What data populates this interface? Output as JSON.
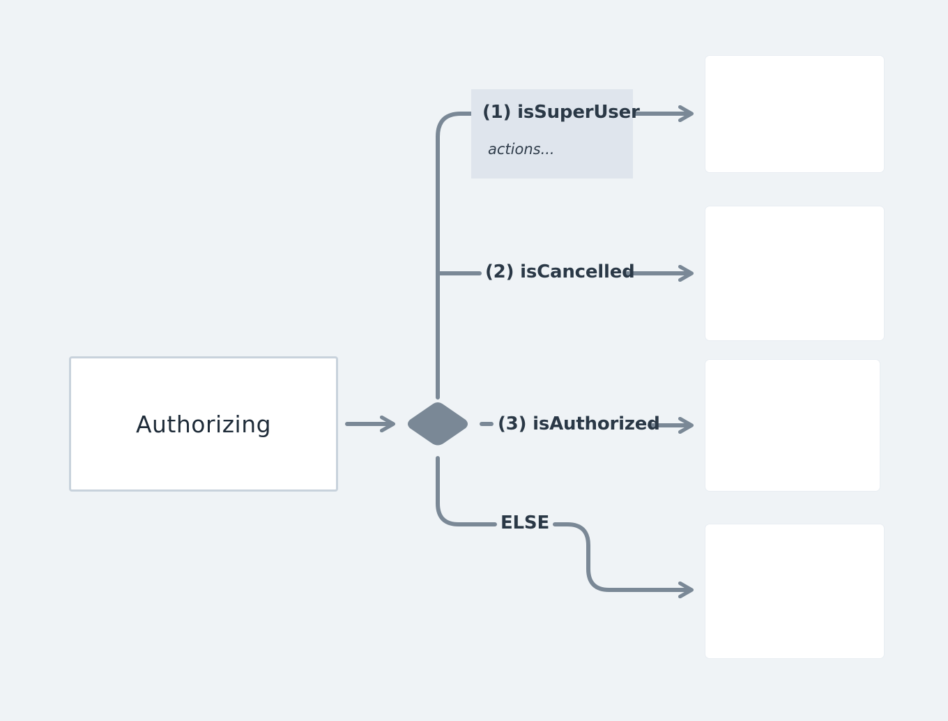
{
  "source_state": {
    "label": "Authorizing"
  },
  "choice": {
    "icon": "diamond-choice-icon"
  },
  "transitions": [
    {
      "guard": "(1) isSuperUser",
      "actions": "actions..."
    },
    {
      "guard": "(2) isCancelled"
    },
    {
      "guard": "(3) isAuthorized"
    },
    {
      "guard": "ELSE"
    }
  ],
  "colors": {
    "background": "#eff3f6",
    "connector": "#7a8896",
    "source_border": "#c8d2dc",
    "actions_panel": "#dfe5ed",
    "label_text": "#2a3846"
  }
}
